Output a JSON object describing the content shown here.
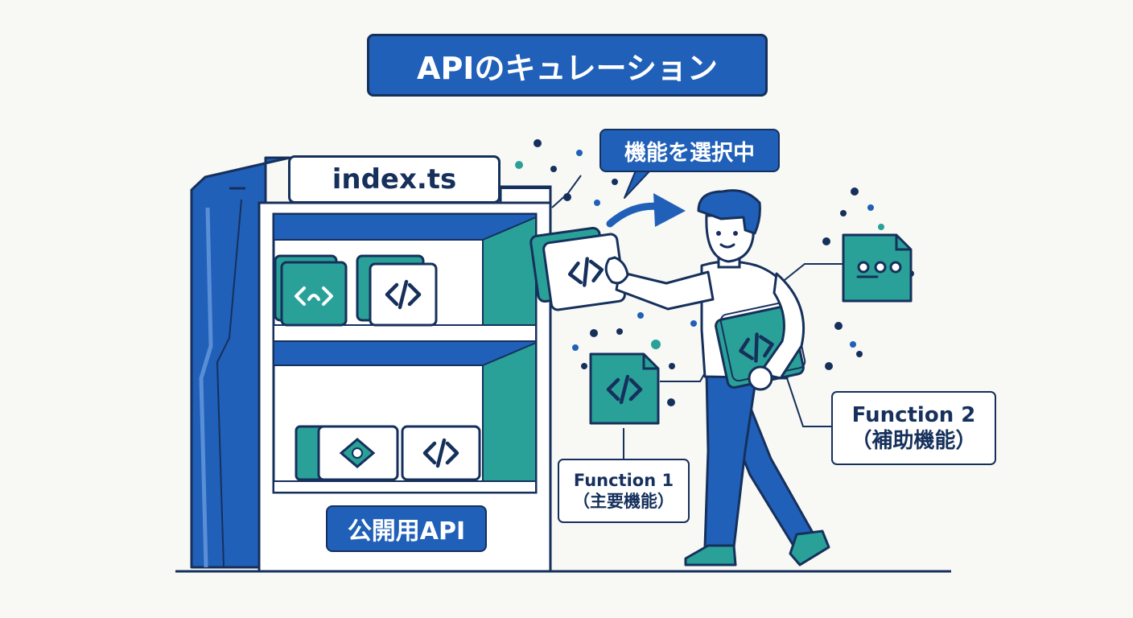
{
  "title": "APIのキュレーション",
  "speech_bubble": "機能を選択中",
  "file_name": "index.ts",
  "public_api_label": "公開用API",
  "function1": {
    "name": "Function 1",
    "desc": "（主要機能）"
  },
  "function2": {
    "name": "Function 2",
    "desc": "（補助機能）"
  },
  "icons": [
    "code-icon",
    "arrow-icon",
    "document-icon",
    "person-icon"
  ],
  "colors": {
    "navy": "#16305c",
    "blue": "#2060b8",
    "teal": "#2aa198",
    "background": "#f8f8f5"
  }
}
